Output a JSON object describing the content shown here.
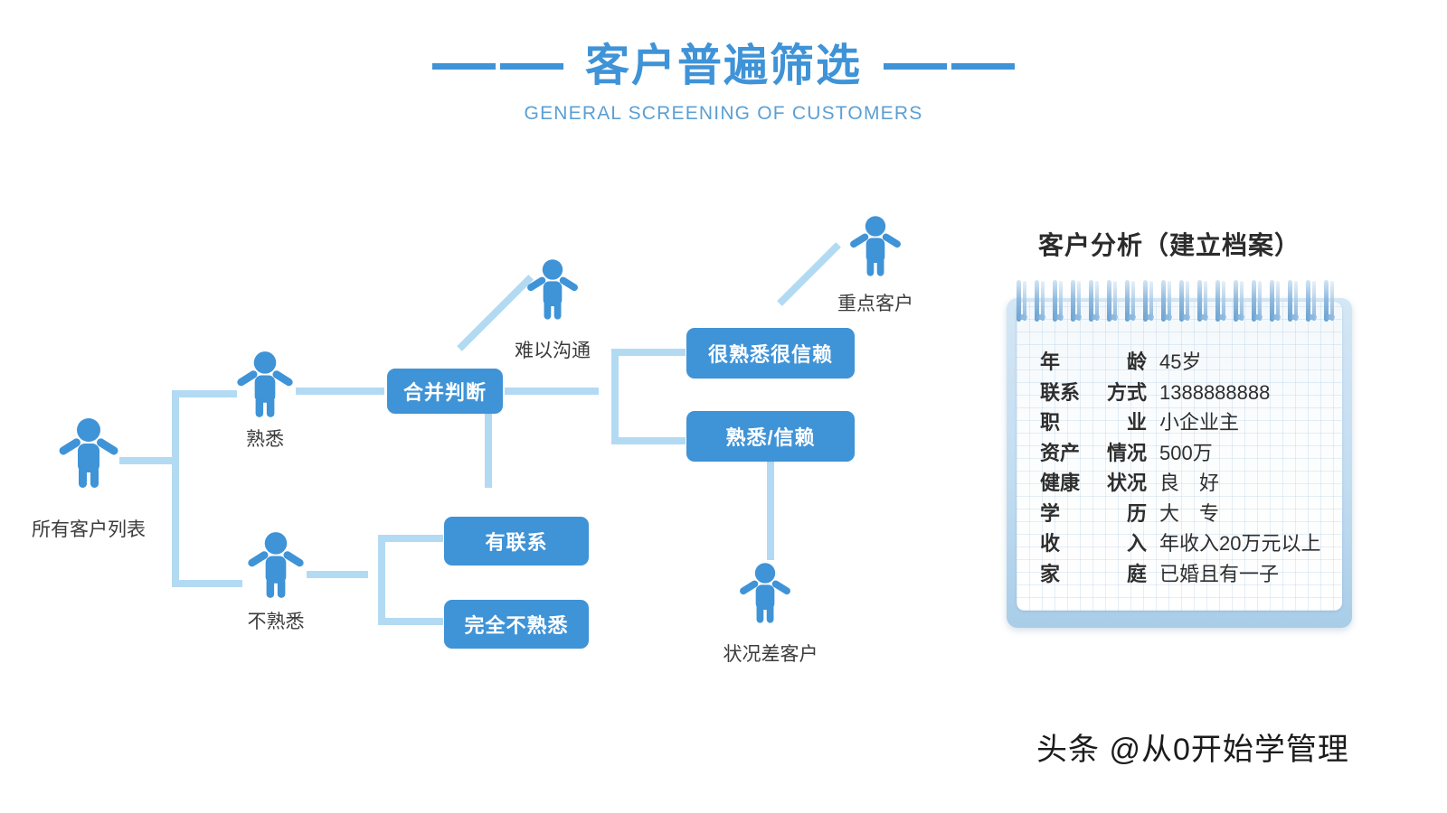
{
  "header": {
    "title": "客户普遍筛选",
    "subtitle": "GENERAL SCREENING OF CUSTOMERS",
    "accent_color": "#3f93d7",
    "subtitle_color": "#5b9fd4"
  },
  "flow": {
    "root_label": "所有客户列表",
    "branch_familiar_label": "熟悉",
    "branch_unfamiliar_label": "不熟悉",
    "merge_box": "合并判断",
    "hard_to_talk_label": "难以沟通",
    "key_customer_label": "重点客户",
    "poor_condition_label": "状况差客户",
    "boxes": {
      "very_familiar": "很熟悉很信赖",
      "familiar_trust": "熟悉/信赖",
      "has_contact": "有联系",
      "totally_unfamiliar": "完全不熟悉"
    },
    "line_color": "#b3daf3",
    "box_color": "#3f93d7",
    "person_color": "#3f93d7"
  },
  "profile": {
    "title": "客户分析（建立档案）",
    "rows": [
      {
        "key": "年　　龄",
        "key_a": "年",
        "key_b": "龄",
        "value": "45岁"
      },
      {
        "key": "联系方式",
        "key_a": "联系",
        "key_b": "方式",
        "value": "1388888888"
      },
      {
        "key": "职　　业",
        "key_a": "职",
        "key_b": "业",
        "value": "小企业主"
      },
      {
        "key": "资产情况",
        "key_a": "资产",
        "key_b": "情况",
        "value": "500万"
      },
      {
        "key": "健康状况",
        "key_a": "健康",
        "key_b": "状况",
        "value": "良　好"
      },
      {
        "key": "学　　历",
        "key_a": "学",
        "key_b": "历",
        "value": "大　专"
      },
      {
        "key": "收　　入",
        "key_a": "收",
        "key_b": "入",
        "value": "年收入20万元以上"
      },
      {
        "key": "家　　庭",
        "key_a": "家",
        "key_b": "庭",
        "value": "已婚且有一子"
      }
    ]
  },
  "watermark": {
    "text": "头条 @从0开始学管理"
  }
}
